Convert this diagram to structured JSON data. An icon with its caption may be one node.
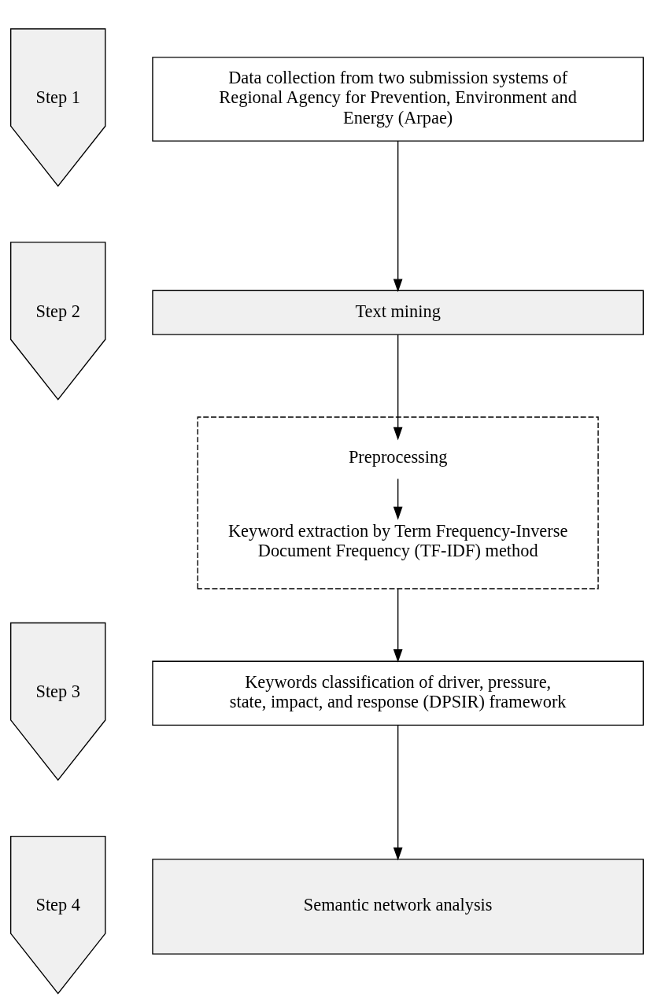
{
  "diagram": {
    "nodes": [
      {
        "text": [
          "Step 1"
        ]
      },
      {
        "text": [
          "Data collection from two submission systems of Regional Agency for Prevention, Environment and Energy (Arpae)"
        ]
      },
      {
        "text": [
          "Step 2"
        ]
      },
      {
        "text": [
          "Text mining"
        ]
      },
      {
        "text": [],
        "shape": "box"
      },
      {
        "text": [
          "Preprocessing"
        ],
        "in": 4
      },
      {
        "text": [
          "Keyword extraction by Term Frequency-Inverse Document Frequency (TF-IDF) method"
        ],
        "in": 4
      },
      {
        "text": [
          "Step 3"
        ]
      },
      {
        "text": [
          "Keywords classification of driver, pressure, state, impact, and response (DPSIR) framework"
        ]
      },
      {
        "text": [
          "Step 4"
        ]
      },
      {
        "text": [
          "Semantic network analysis"
        ]
      }
    ],
    "edges": [
      {
        "from": 1,
        "to": 3,
        "arrow": "to"
      },
      {
        "from": 3,
        "to": 5,
        "arrow": "to"
      },
      {
        "from": 5,
        "to": 6,
        "arrow": "to"
      },
      {
        "from": 4,
        "to": 8,
        "arrow": "to"
      },
      {
        "from": 8,
        "to": 10,
        "arrow": "to"
      }
    ]
  }
}
